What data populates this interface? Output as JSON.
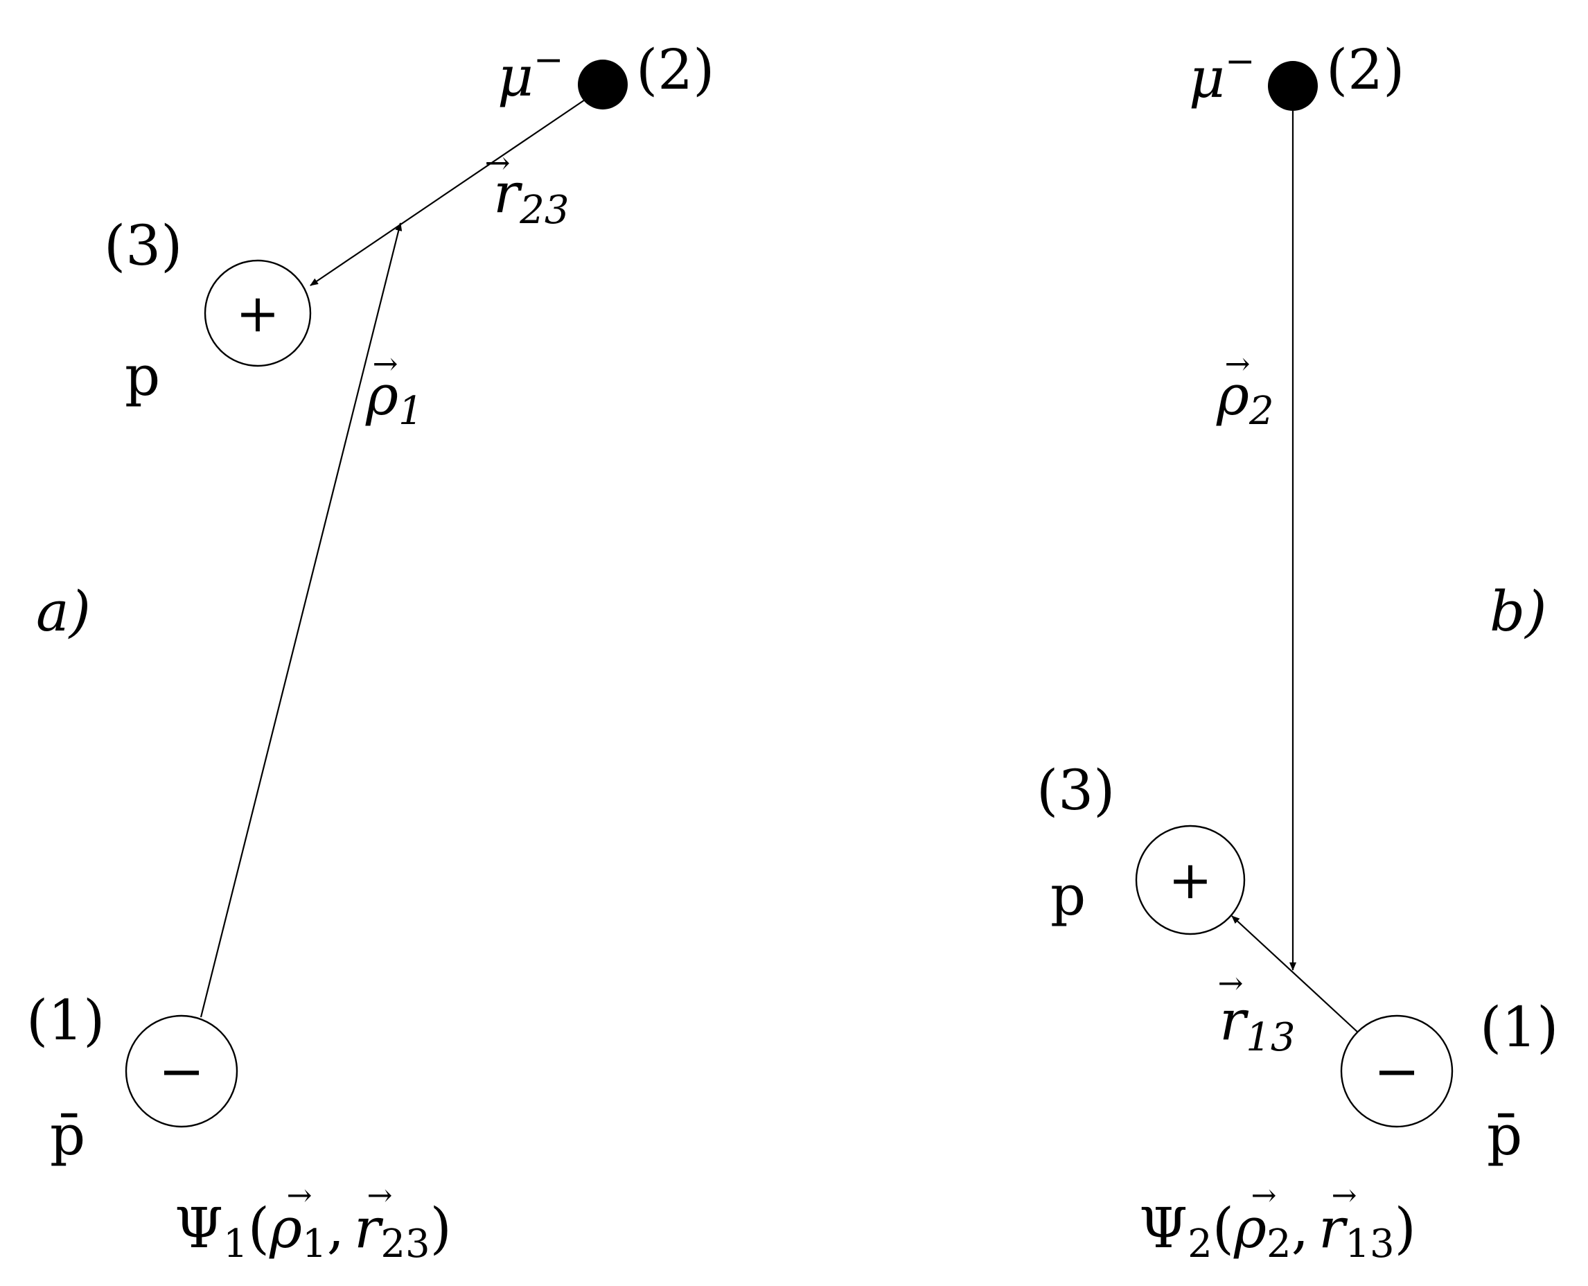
{
  "panel_a": {
    "tag": "a)",
    "particle_1": {
      "index": "(1)",
      "sign": "−",
      "name": "p̄"
    },
    "particle_2": {
      "index": "(2)",
      "name": "μ",
      "sup": "−"
    },
    "particle_3": {
      "index": "(3)",
      "sign": "+",
      "name": "p"
    },
    "vec_rho": {
      "arrow": "→",
      "sym": "ρ",
      "sub": "1"
    },
    "vec_r": {
      "arrow": "→",
      "sym": "r",
      "sub": "23"
    },
    "wavefunction": {
      "psi": "Ψ",
      "psi_sub": "1",
      "open": "(",
      "a_sym": "ρ",
      "a_sub": "1",
      "sep": ",",
      "b_sym": "r",
      "b_sub": "23",
      "close": ")",
      "arrow": "→"
    }
  },
  "panel_b": {
    "tag": "b)",
    "particle_1": {
      "index": "(1)",
      "sign": "−",
      "name": "p̄"
    },
    "particle_2": {
      "index": "(2)",
      "name": "μ",
      "sup": "−"
    },
    "particle_3": {
      "index": "(3)",
      "sign": "+",
      "name": "p"
    },
    "vec_rho": {
      "arrow": "→",
      "sym": "ρ",
      "sub": "2"
    },
    "vec_r": {
      "arrow": "→",
      "sym": "r",
      "sub": "13"
    },
    "wavefunction": {
      "psi": "Ψ",
      "psi_sub": "2",
      "open": "(",
      "a_sym": "ρ",
      "a_sub": "2",
      "sep": ",",
      "b_sym": "r",
      "b_sub": "13",
      "close": ")",
      "arrow": "→"
    }
  }
}
